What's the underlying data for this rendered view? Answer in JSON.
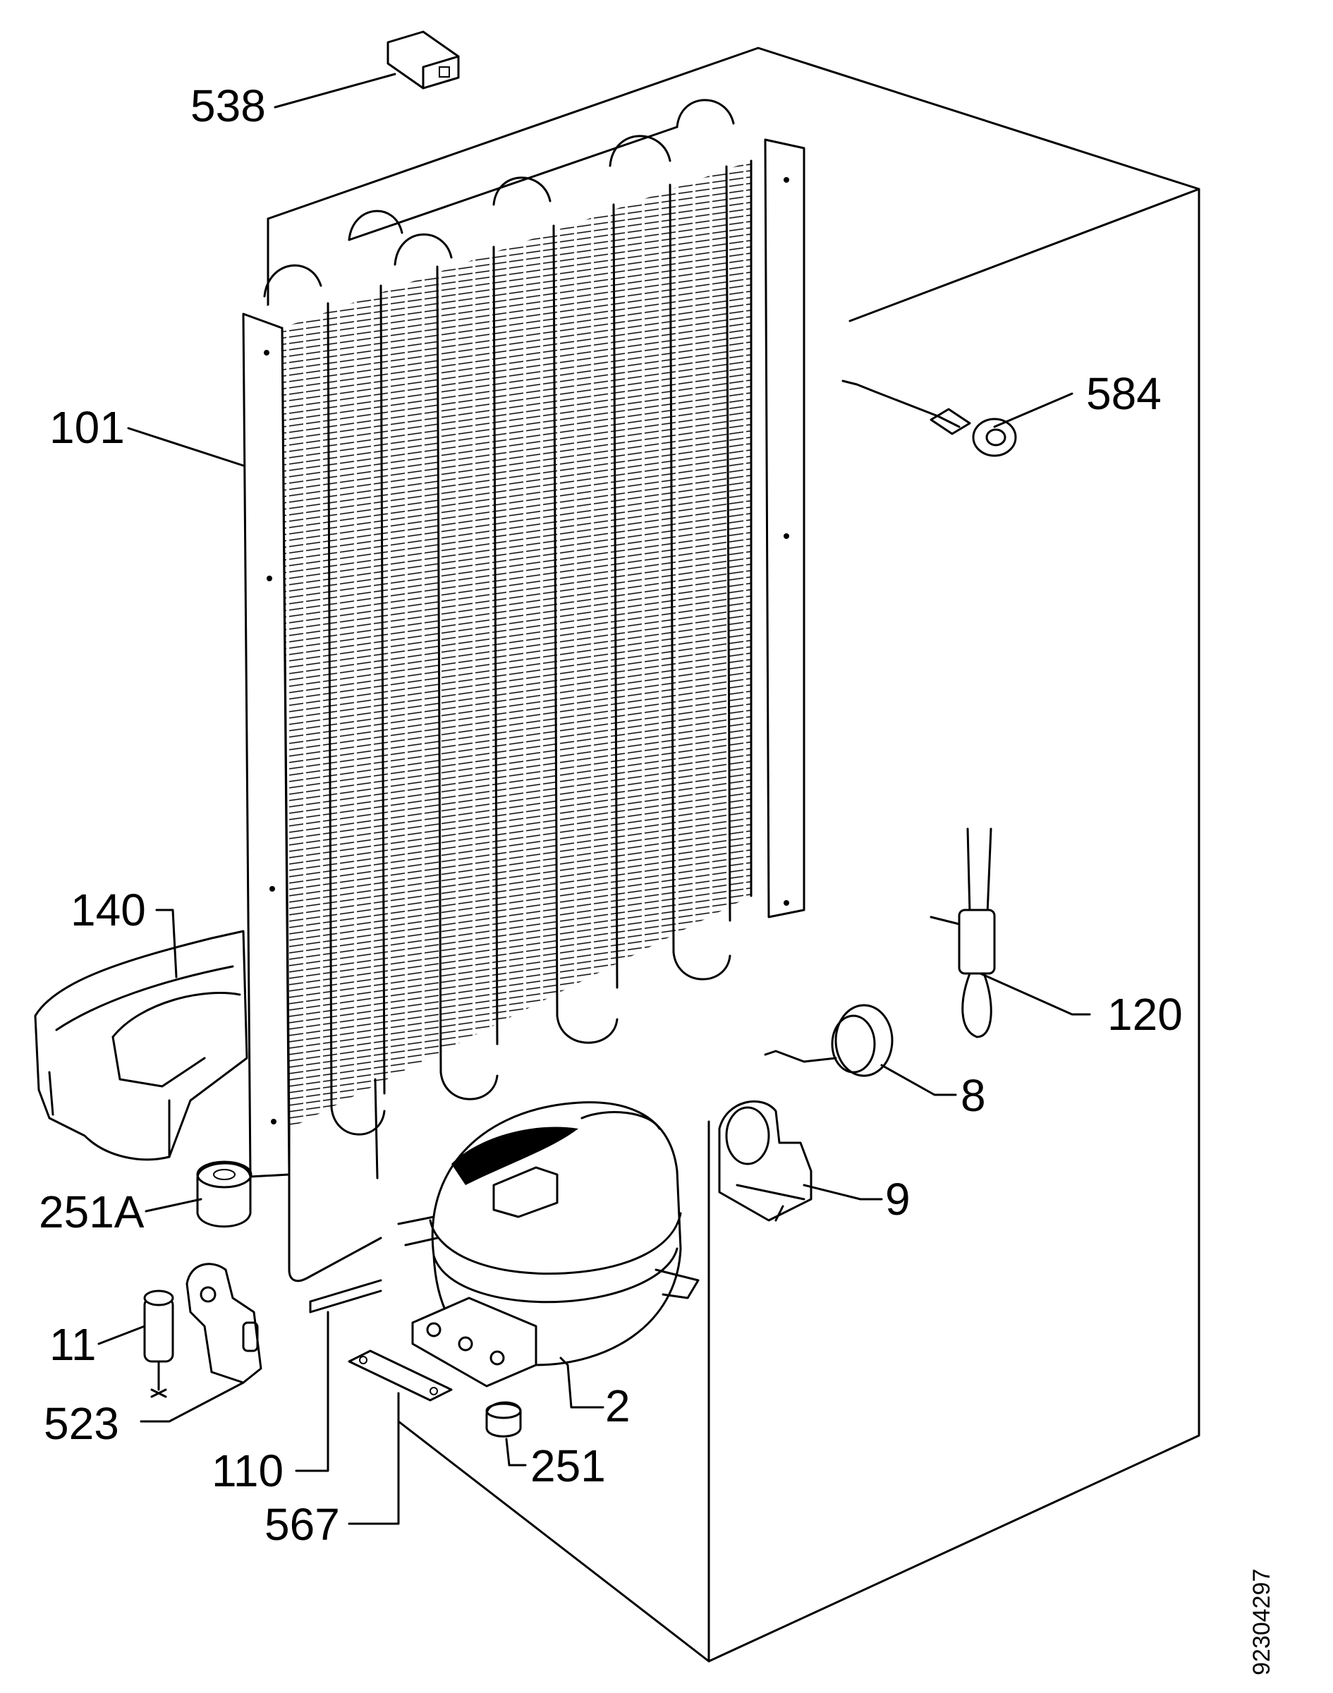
{
  "drawing_number": "92304297",
  "parts": [
    {
      "id": "p538",
      "label": "538"
    },
    {
      "id": "p584",
      "label": "584"
    },
    {
      "id": "p101",
      "label": "101"
    },
    {
      "id": "p140",
      "label": "140"
    },
    {
      "id": "p120",
      "label": "120"
    },
    {
      "id": "p8",
      "label": "8"
    },
    {
      "id": "p9",
      "label": "9"
    },
    {
      "id": "p251A",
      "label": "251A"
    },
    {
      "id": "p11",
      "label": "11"
    },
    {
      "id": "p523",
      "label": "523"
    },
    {
      "id": "p2",
      "label": "2"
    },
    {
      "id": "p110",
      "label": "110"
    },
    {
      "id": "p251",
      "label": "251"
    },
    {
      "id": "p567",
      "label": "567"
    }
  ]
}
